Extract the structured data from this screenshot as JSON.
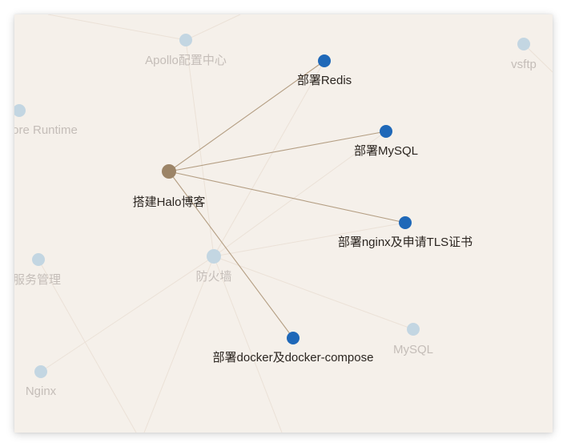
{
  "graph": {
    "colors": {
      "background": "#f5f0ea",
      "focus_node": "#9c8467",
      "linked_node": "#1f68b8",
      "faint_node": "#c3d6e2",
      "active_edge": "#b49e83",
      "faint_edge": "#ebe1d7",
      "active_label": "#2b2520",
      "faint_label": "#c4bdb8"
    },
    "focus_node": {
      "id": "halo",
      "label": "搭建Halo博客"
    },
    "nodes": [
      {
        "id": "halo",
        "label": "搭建Halo博客",
        "type": "focus"
      },
      {
        "id": "redis_deploy",
        "label": "部署Redis",
        "type": "linked"
      },
      {
        "id": "mysql_deploy",
        "label": "部署MySQL",
        "type": "linked"
      },
      {
        "id": "nginx_tls",
        "label": "部署nginx及申请TLS证书",
        "type": "linked"
      },
      {
        "id": "docker",
        "label": "部署docker及docker-compose",
        "type": "linked"
      },
      {
        "id": "apollo",
        "label": "Apollo配置中心",
        "type": "faint"
      },
      {
        "id": "vsftp",
        "label": "vsftp",
        "type": "faint"
      },
      {
        "id": "runtime",
        "label": "ore Runtime",
        "type": "faint"
      },
      {
        "id": "service_mgmt",
        "label": "服务管理",
        "type": "faint"
      },
      {
        "id": "firewall",
        "label": "防火墙",
        "type": "faint"
      },
      {
        "id": "nginx",
        "label": "Nginx",
        "type": "faint"
      },
      {
        "id": "mysql",
        "label": "MySQL",
        "type": "faint"
      }
    ],
    "edges": [
      [
        "halo",
        "redis_deploy"
      ],
      [
        "halo",
        "mysql_deploy"
      ],
      [
        "halo",
        "nginx_tls"
      ],
      [
        "halo",
        "docker"
      ]
    ]
  }
}
